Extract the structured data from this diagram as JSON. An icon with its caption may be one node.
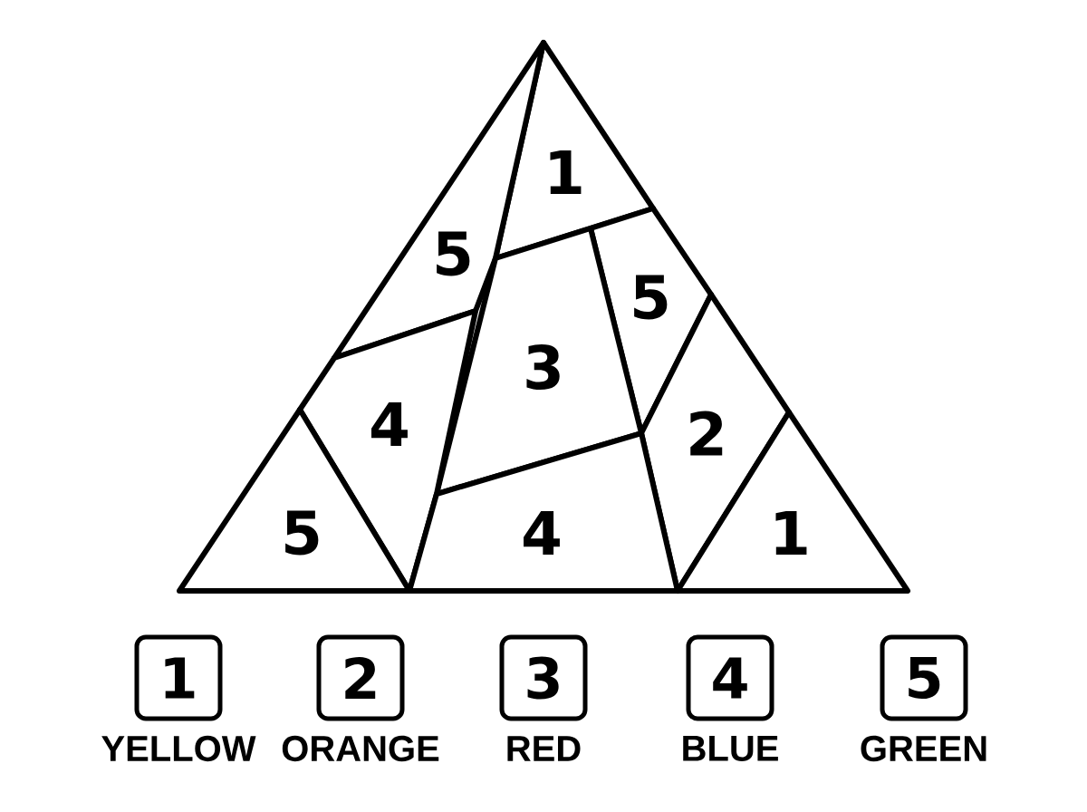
{
  "diagram": {
    "nodes": [
      {
        "text": [
          "1"
        ]
      },
      {
        "text": [
          "5"
        ]
      },
      {
        "text": [
          "5"
        ]
      },
      {
        "text": [
          "3"
        ]
      },
      {
        "text": [
          "4"
        ]
      },
      {
        "text": [
          "2"
        ]
      },
      {
        "text": [
          "5"
        ]
      },
      {
        "text": [
          "4"
        ]
      },
      {
        "text": [
          "1"
        ]
      },
      {
        "text": [
          "1"
        ],
        "beside": [
          "YELLOW"
        ]
      },
      {
        "text": [
          "2"
        ],
        "beside": [
          "ORANGE"
        ]
      },
      {
        "text": [
          "3"
        ],
        "beside": [
          "RED"
        ]
      },
      {
        "text": [
          "4"
        ],
        "beside": [
          "BLUE"
        ]
      },
      {
        "text": [
          "5"
        ],
        "beside": [
          "GREEN"
        ]
      }
    ]
  }
}
